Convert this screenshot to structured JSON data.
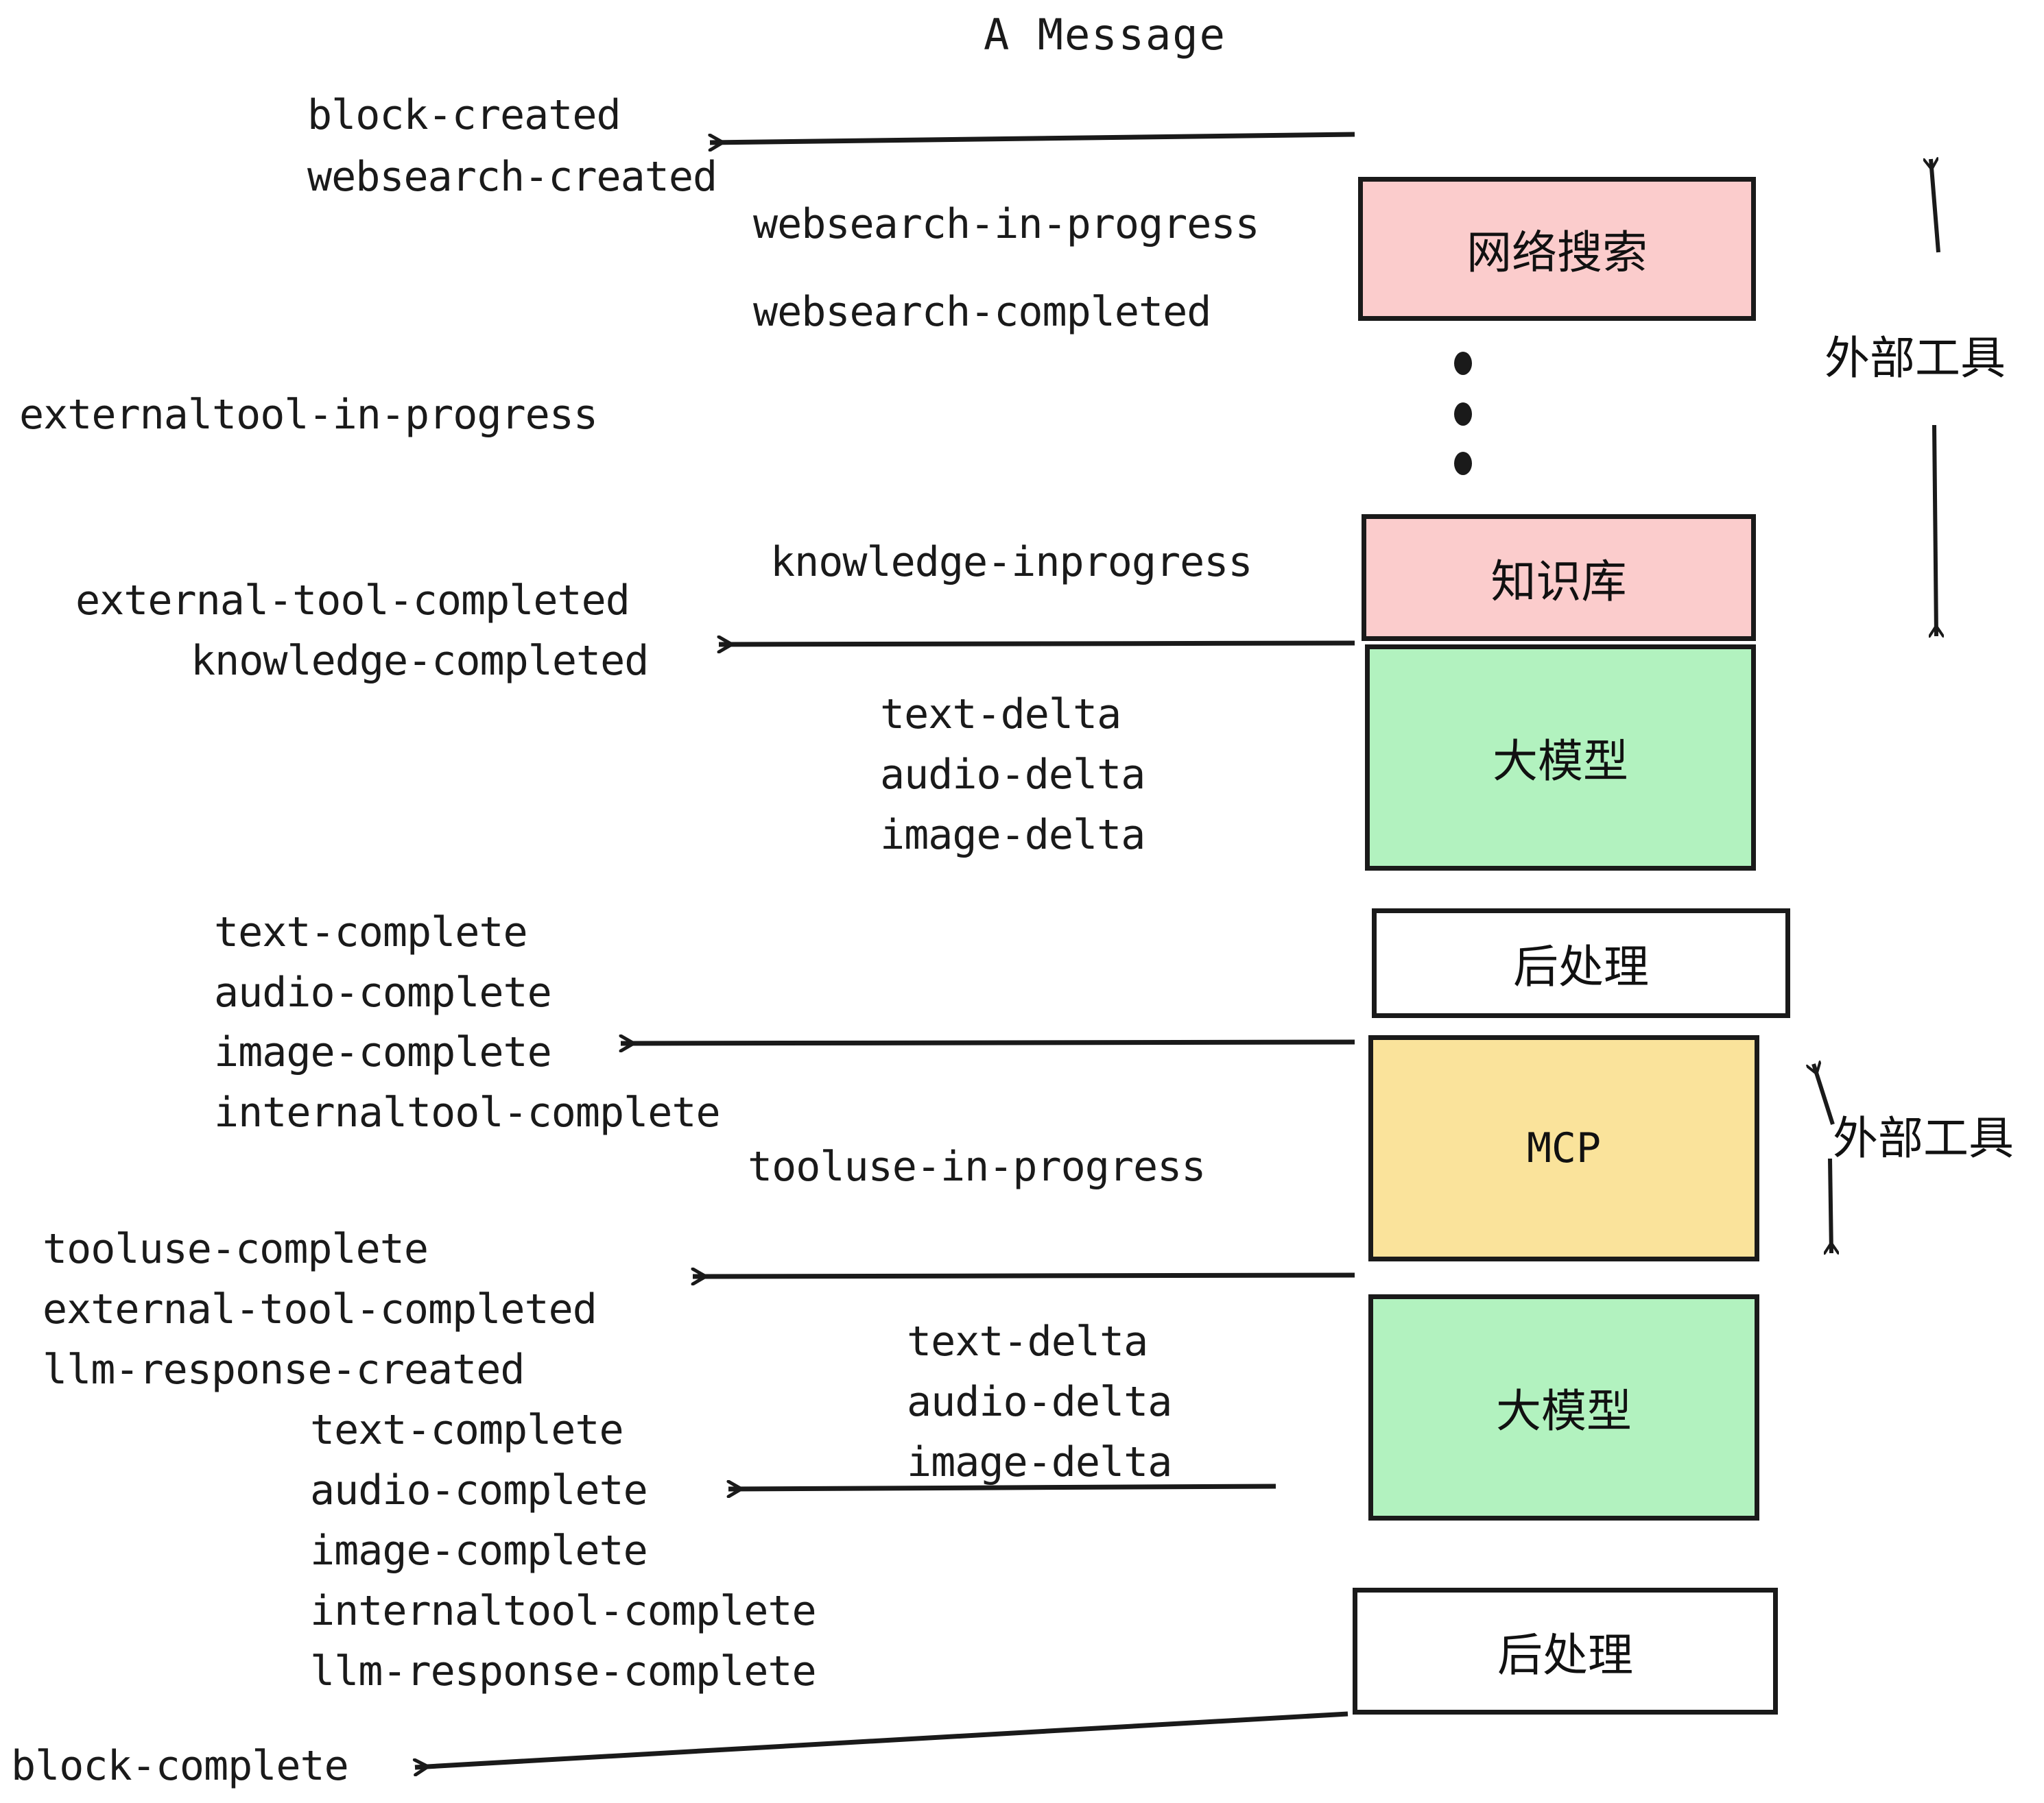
{
  "title": "A Message",
  "colors": {
    "pink": "#fbcccc",
    "green": "#b2f2bf",
    "yellow": "#fae39b",
    "white": "#ffffff",
    "stroke": "#1a1a1a",
    "text": "#1a1a1a"
  },
  "nodes": [
    {
      "id": "websearch",
      "label": "网络搜索",
      "fill": "pink",
      "script": "cjk"
    },
    {
      "id": "knowledge",
      "label": "知识库",
      "fill": "pink",
      "script": "cjk"
    },
    {
      "id": "llm-top",
      "label": "大模型",
      "fill": "green",
      "script": "cjk"
    },
    {
      "id": "post-top",
      "label": "后处理",
      "fill": "white",
      "script": "cjk"
    },
    {
      "id": "mcp",
      "label": "MCP",
      "fill": "yellow",
      "script": "latin"
    },
    {
      "id": "llm-bottom",
      "label": "大模型",
      "fill": "green",
      "script": "cjk"
    },
    {
      "id": "post-bottom",
      "label": "后处理",
      "fill": "white",
      "script": "cjk"
    }
  ],
  "side_labels": [
    {
      "id": "external-tools-top",
      "text": "外部工具"
    },
    {
      "id": "external-tools-bottom",
      "text": "外部工具"
    }
  ],
  "events": [
    {
      "id": "block-created",
      "text": "block-created"
    },
    {
      "id": "websearch-created",
      "text": "websearch-created"
    },
    {
      "id": "websearch-in-progress",
      "text": "websearch-in-progress"
    },
    {
      "id": "websearch-completed",
      "text": "websearch-completed"
    },
    {
      "id": "externaltool-in-progress",
      "text": "externaltool-in-progress"
    },
    {
      "id": "knowledge-inprogress",
      "text": "knowledge-inprogress"
    },
    {
      "id": "external-tool-completed-1",
      "text": "external-tool-completed"
    },
    {
      "id": "knowledge-completed",
      "text": "knowledge-completed"
    },
    {
      "id": "text-delta-1",
      "text": "text-delta"
    },
    {
      "id": "audio-delta-1",
      "text": "audio-delta"
    },
    {
      "id": "image-delta-1",
      "text": "image-delta"
    },
    {
      "id": "text-complete-1",
      "text": "text-complete"
    },
    {
      "id": "audio-complete-1",
      "text": "audio-complete"
    },
    {
      "id": "image-complete-1",
      "text": "image-complete"
    },
    {
      "id": "internaltool-complete-1",
      "text": "internaltool-complete"
    },
    {
      "id": "tooluse-in-progress",
      "text": "tooluse-in-progress"
    },
    {
      "id": "tooluse-complete",
      "text": "tooluse-complete"
    },
    {
      "id": "external-tool-completed-2",
      "text": "external-tool-completed"
    },
    {
      "id": "llm-response-created",
      "text": "llm-response-created"
    },
    {
      "id": "text-delta-2",
      "text": "text-delta"
    },
    {
      "id": "audio-delta-2",
      "text": "audio-delta"
    },
    {
      "id": "image-delta-2",
      "text": "image-delta"
    },
    {
      "id": "text-complete-2",
      "text": "text-complete"
    },
    {
      "id": "audio-complete-2",
      "text": "audio-complete"
    },
    {
      "id": "image-complete-2",
      "text": "image-complete"
    },
    {
      "id": "internaltool-complete-2",
      "text": "internaltool-complete"
    },
    {
      "id": "llm-response-complete",
      "text": "llm-response-complete"
    },
    {
      "id": "block-complete",
      "text": "block-complete"
    }
  ]
}
